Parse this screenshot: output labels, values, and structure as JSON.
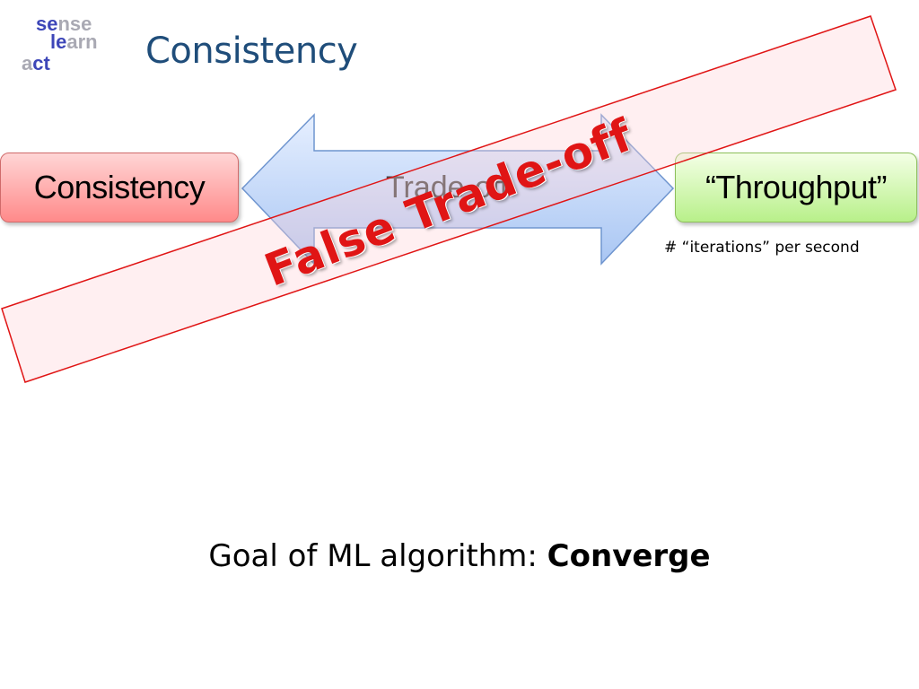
{
  "logo": {
    "row1": {
      "a": "se",
      "b": "nse"
    },
    "row2": {
      "a": "le",
      "b": "arn"
    },
    "row3": {
      "a": "a",
      "b": "ct"
    },
    "colors": {
      "highlight": "#3d46b8",
      "muted": "#a9a9b3"
    }
  },
  "title": "Consistency",
  "left_box": "Consistency",
  "right_box": "“Throughput”",
  "arrow_label": "Trade-off",
  "note": "# “iterations” per second",
  "overlay_label": "False Trade-off",
  "bottom": {
    "prefix": "Goal of ML algorithm: ",
    "emphasis": "Converge"
  },
  "colors": {
    "title": "#1f4d7a",
    "left_box": "#ff8a8a",
    "right_box": "#b8f08a",
    "arrow": "#a9c6f3",
    "overlay": "#e01515"
  }
}
